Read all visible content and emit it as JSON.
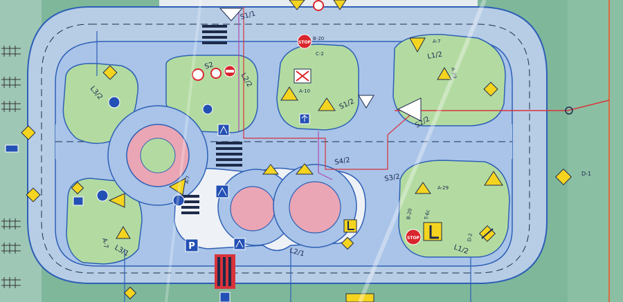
{
  "plan": {
    "palette": {
      "paper": "#e9eff2",
      "grass": "#7fb79b",
      "outer_road": "#b7cde6",
      "track": "#a9c4e8",
      "island": "#b3dba1",
      "pink": "#eaa6b4",
      "white_zone": "#eef1f5",
      "red_line": "#d8333b",
      "blue_line": "#2d5fb5",
      "magenta_line": "#b04ab4",
      "sign_yellow": "#f5d41f",
      "sign_red": "#d9252d",
      "sign_blue": "#2350b4"
    },
    "section_labels": {
      "s1_top": "S1/1",
      "s2": "S2",
      "s3": "S3/2",
      "s4": "S4/2",
      "s1_mid": "S1/2",
      "s2_right": "S2/2",
      "l1": "L1/2",
      "l1_bottom": "L1/2",
      "l2": "L2/2",
      "l2_bottom": "L2/1",
      "l3": "L3/2",
      "l3_bottom": "L3/1"
    },
    "sign_codes": {
      "b20_top": "B-20",
      "c2": "C-2",
      "a7_top": "A-7",
      "a29_top": "A-29",
      "d1_right": "D-1",
      "a10": "A-10",
      "a29_bottom": "A-29",
      "b20_bottom": "B-20",
      "t6c": "T-6c",
      "d2_bottom": "D-2",
      "a7_left": "A-7",
      "a7_mid": "A-7"
    },
    "stop_text": "STOP",
    "parking_text": "P"
  }
}
